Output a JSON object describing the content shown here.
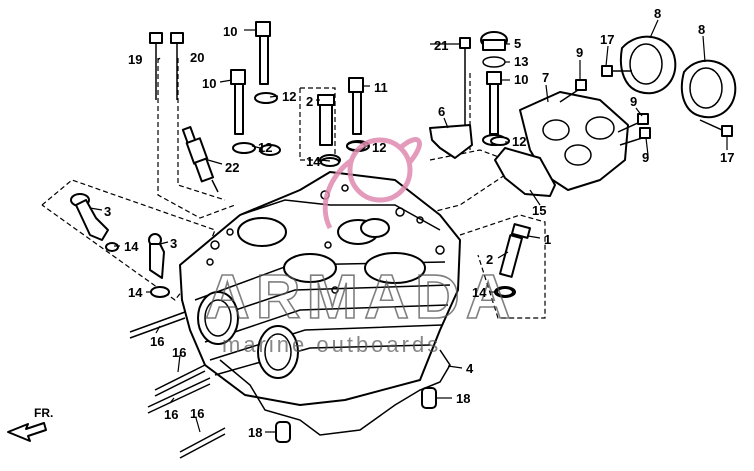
{
  "diagram": {
    "callouts": {
      "c1": "1",
      "c2a": "2",
      "c2b": "2",
      "c3a": "3",
      "c3b": "3",
      "c4": "4",
      "c5": "5",
      "c6": "6",
      "c7": "7",
      "c8a": "8",
      "c8b": "8",
      "c9a": "9",
      "c9b": "9",
      "c9c": "9",
      "c10a": "10",
      "c10b": "10",
      "c10c": "10",
      "c11": "11",
      "c12a": "12",
      "c12b": "12",
      "c12c": "12",
      "c12d": "12",
      "c13": "13",
      "c14a": "14",
      "c14b": "14",
      "c14c": "14",
      "c14d": "14",
      "c15": "15",
      "c16a": "16",
      "c16b": "16",
      "c16c": "16",
      "c16d": "16",
      "c17a": "17",
      "c17b": "17",
      "c18a": "18",
      "c18b": "18",
      "c19": "19",
      "c20": "20",
      "c21": "21",
      "c22": "22"
    },
    "direction_label": "FR.",
    "watermark": {
      "brand": "ARMADA",
      "tagline": "marine outboards",
      "accent_color": "#e08ab0"
    }
  }
}
